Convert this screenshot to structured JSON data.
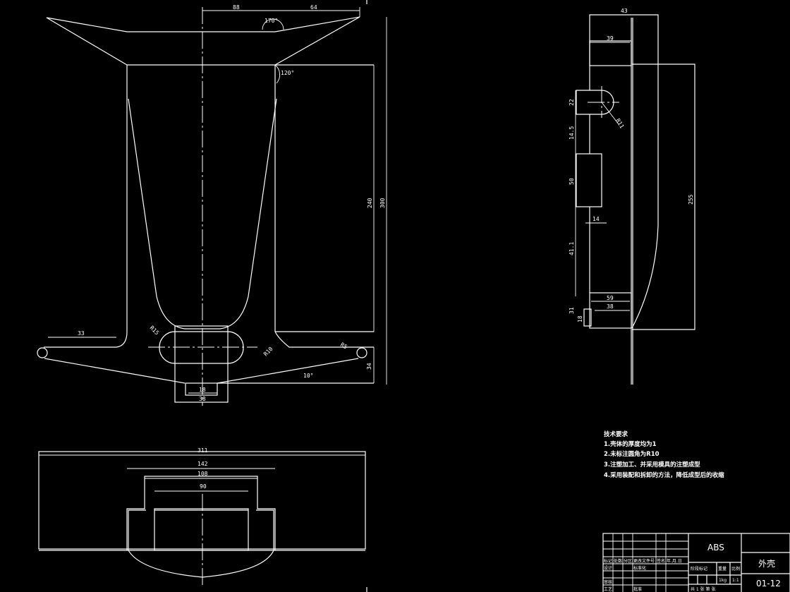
{
  "front_view": {
    "dims": {
      "top_left": "88",
      "top_right": "64",
      "angle_top": "170°",
      "angle_side": "120°",
      "height_inner": "240",
      "height_total": "300",
      "lug_len": "33",
      "r_slot": "R15",
      "r_fillet": "R10",
      "r_lug": "R5",
      "lug_drop": "34",
      "angle_lug": "10°",
      "bottom_inner": "18",
      "bottom_outer": "38"
    }
  },
  "side_view": {
    "dims": {
      "width_top": "43",
      "box_width": "39",
      "slot_h": "22",
      "slot_r": "R11",
      "gap1": "14.5",
      "box_h": "50",
      "box_w": "14",
      "gap2": "41.1",
      "bottom_h": "31",
      "w59": "59",
      "w38": "38",
      "small": "18",
      "height": "255"
    }
  },
  "plan_view": {
    "dims": {
      "total": "311",
      "outer": "142",
      "mid": "108",
      "inner": "90"
    }
  },
  "notes": {
    "title": "技术要求",
    "items": [
      "1.壳体的厚度均为1",
      "2.未标注圆角为R10",
      "3.注塑加工、并采用模具的注塑成型",
      "4.采用装配和拆卸的方法，降低成型后的收缩"
    ]
  },
  "title_block": {
    "material": "ABS",
    "part_name": "外壳",
    "drawing_no": "01-12",
    "header_cells": [
      "标记",
      "处数",
      "分区",
      "更改文件号",
      "签名",
      "年.月.日"
    ],
    "left_labels": [
      "设计",
      "标准化",
      "审核",
      "工艺",
      "批准"
    ],
    "stage_label": "阶段标记",
    "weight_label": "重量",
    "scale_label": "比例",
    "weight_value": "1kg",
    "scale_value": "1:1",
    "sheet_label": "共 1 张 第 张"
  }
}
